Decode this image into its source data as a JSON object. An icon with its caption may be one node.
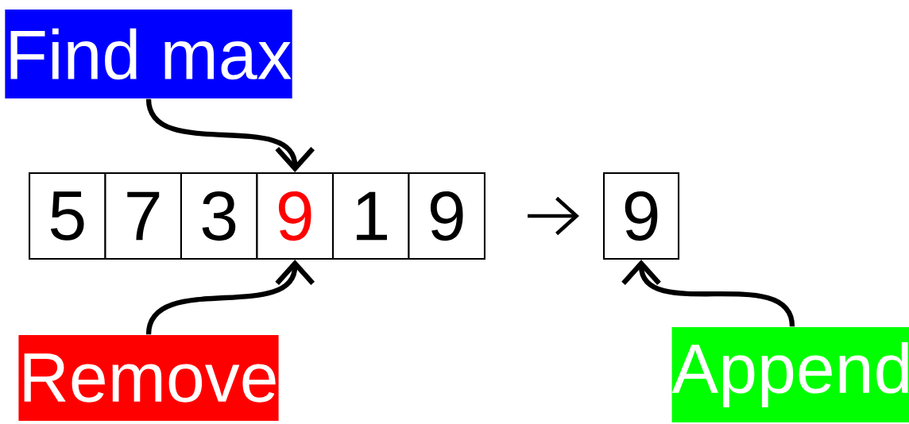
{
  "diagram": {
    "nodes": [
      {
        "text": [
          "Find max"
        ]
      },
      {
        "text": [
          "5"
        ]
      },
      {
        "text": [
          "7"
        ]
      },
      {
        "text": [
          "3"
        ]
      },
      {
        "text": [
          "9"
        ]
      },
      {
        "text": [
          "1"
        ]
      },
      {
        "text": [
          "9"
        ]
      },
      {
        "text": [
          "9"
        ]
      },
      {
        "text": [
          "Remove"
        ]
      },
      {
        "text": [
          "Append"
        ]
      }
    ],
    "edges": [
      {
        "from": 0,
        "to": 4,
        "arrow": "to"
      },
      {
        "from": 6,
        "to": 7,
        "arrow": "to"
      },
      {
        "from": 8,
        "to": 4,
        "arrow": "to"
      },
      {
        "from": 9,
        "to": 7,
        "arrow": "to"
      }
    ]
  }
}
